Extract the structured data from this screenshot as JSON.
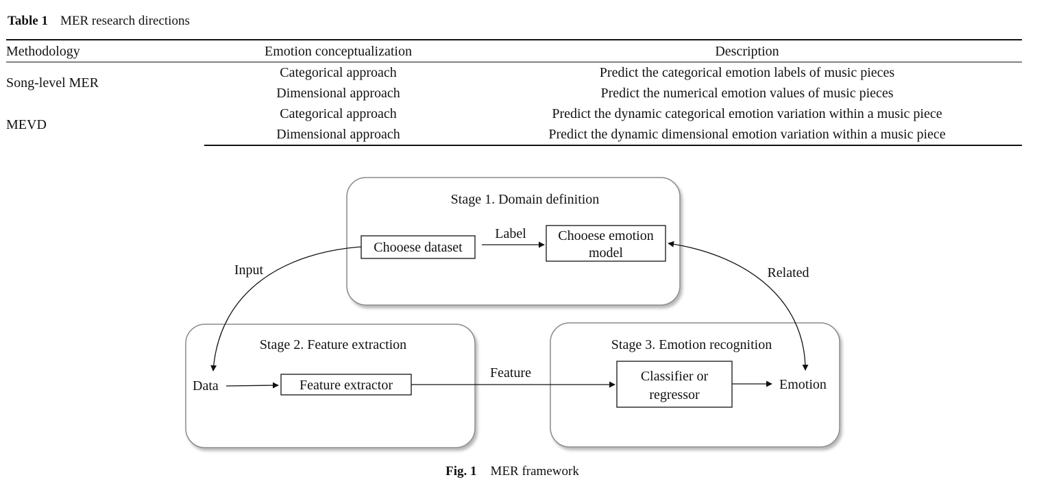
{
  "table": {
    "number": "Table 1",
    "title": "MER research directions",
    "headers": [
      "Methodology",
      "Emotion conceptualization",
      "Description"
    ],
    "groups": [
      {
        "methodology": "Song-level MER",
        "rows": [
          {
            "concept": "Categorical approach",
            "description": "Predict the categorical emotion labels of music pieces"
          },
          {
            "concept": "Dimensional approach",
            "description": "Predict the numerical emotion values of music pieces"
          }
        ]
      },
      {
        "methodology": "MEVD",
        "rows": [
          {
            "concept": "Categorical approach",
            "description": "Predict the dynamic categorical emotion variation within a music piece"
          },
          {
            "concept": "Dimensional approach",
            "description": "Predict the dynamic dimensional emotion variation within a music piece"
          }
        ]
      }
    ]
  },
  "figure": {
    "stage1": {
      "title": "Stage 1. Domain definition",
      "dataset": "Chooese dataset",
      "model_line1": "Chooese emotion",
      "model_line2": "model",
      "label": "Label"
    },
    "stage2": {
      "title": "Stage 2. Feature extraction",
      "data": "Data",
      "extractor": "Feature extractor"
    },
    "stage3": {
      "title": "Stage 3. Emotion recognition",
      "clf_line1": "Classifier or",
      "clf_line2": "regressor",
      "emotion": "Emotion"
    },
    "edges": {
      "input": "Input",
      "related": "Related",
      "feature": "Feature"
    },
    "caption_number": "Fig. 1",
    "caption_title": "MER framework"
  }
}
